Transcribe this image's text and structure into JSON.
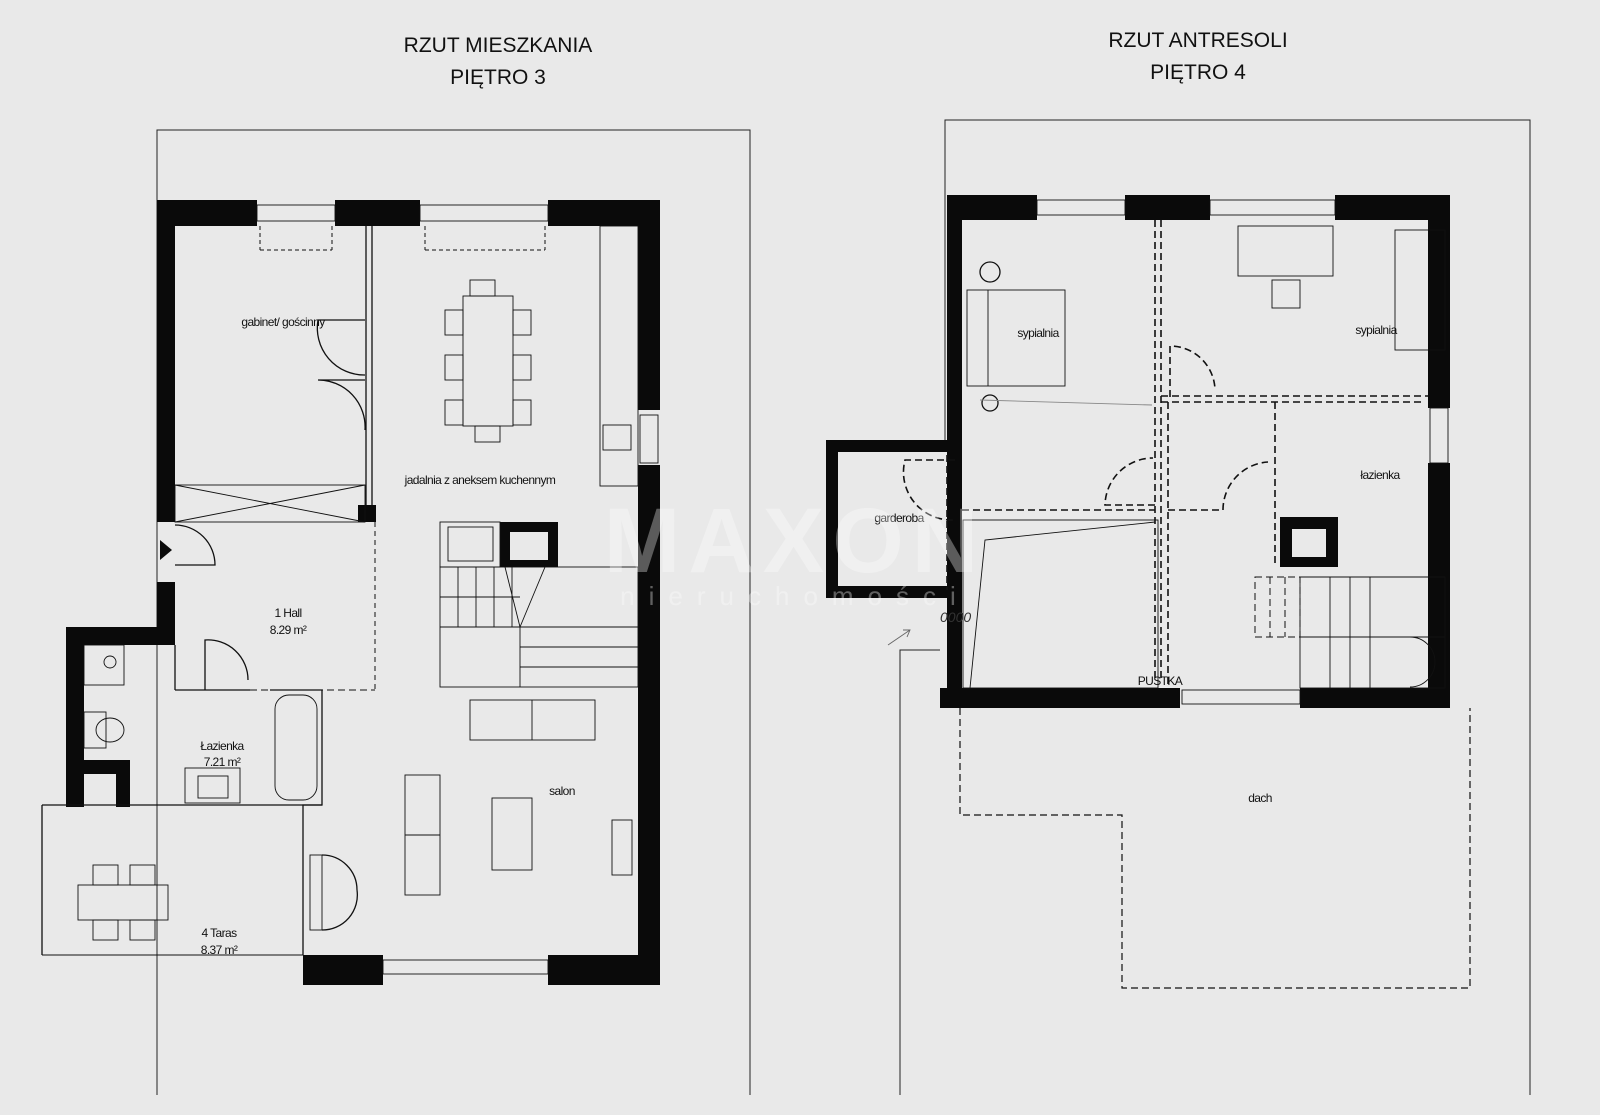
{
  "plan_left": {
    "title_line1": "RZUT MIESZKANIA",
    "title_line2": "PIĘTRO 3",
    "rooms": {
      "office": "gabinet/ gościnny",
      "dining": "jadalnia z aneksem kuchennym",
      "hall_name": "1 Hall",
      "hall_area": "8.29 m²",
      "bath_name": "Łazienka",
      "bath_area": "7.21 m²",
      "living": "salon",
      "terrace_name": "4 Taras",
      "terrace_area": "8.37 m²"
    }
  },
  "plan_right": {
    "title_line1": "RZUT ANTRESOLI",
    "title_line2": "PIĘTRO 4",
    "rooms": {
      "bedroom1": "sypialnia",
      "bedroom2": "sypialnia",
      "wardrobe": "garderoba",
      "bathroom": "łazienka",
      "void": "PUSTKA",
      "roof": "dach"
    },
    "handwritten_note": "0000"
  },
  "watermark": {
    "brand": "MAXON",
    "sub": "nieruchomości"
  }
}
